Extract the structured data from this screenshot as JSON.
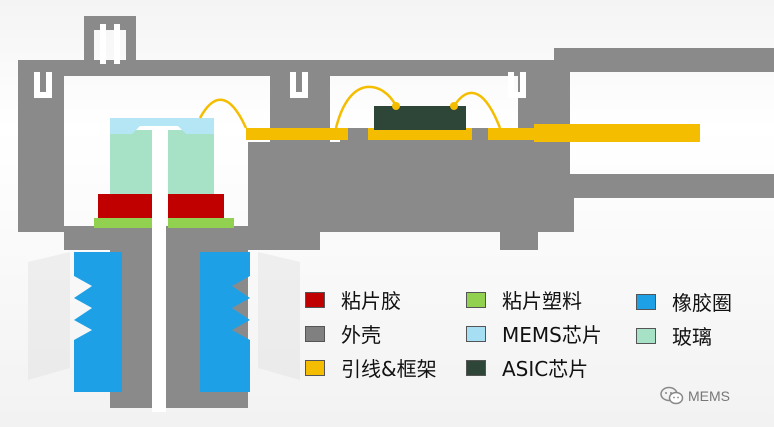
{
  "diagram": {
    "colors": {
      "housing": "#8a8a8a",
      "adhesive": "#c00000",
      "plastic": "#92d050",
      "rubber": "#1ea0e6",
      "mems": "#b4e6f5",
      "glass": "#a8e2c6",
      "leadframe": "#f5bd00",
      "asic": "#2e4638",
      "wire": "#f5bd00"
    }
  },
  "legend": {
    "items": [
      {
        "key": "adhesive",
        "label": "粘片胶",
        "color": "#c00000"
      },
      {
        "key": "plastic",
        "label": "粘片塑料",
        "color": "#92d050"
      },
      {
        "key": "rubber",
        "label": "橡胶圈",
        "color": "#1ea0e6"
      },
      {
        "key": "housing",
        "label": "外壳",
        "color": "#808080"
      },
      {
        "key": "mems",
        "label": "MEMS芯片",
        "color": "#a6def3"
      },
      {
        "key": "glass",
        "label": "玻璃",
        "color": "#a8e2c6"
      },
      {
        "key": "leadframe",
        "label": "引线&框架",
        "color": "#f5bd00"
      },
      {
        "key": "asic",
        "label": "ASIC芯片",
        "color": "#2e4638"
      }
    ]
  },
  "watermark": {
    "text": "MEMS",
    "icon": "wechat-icon"
  }
}
